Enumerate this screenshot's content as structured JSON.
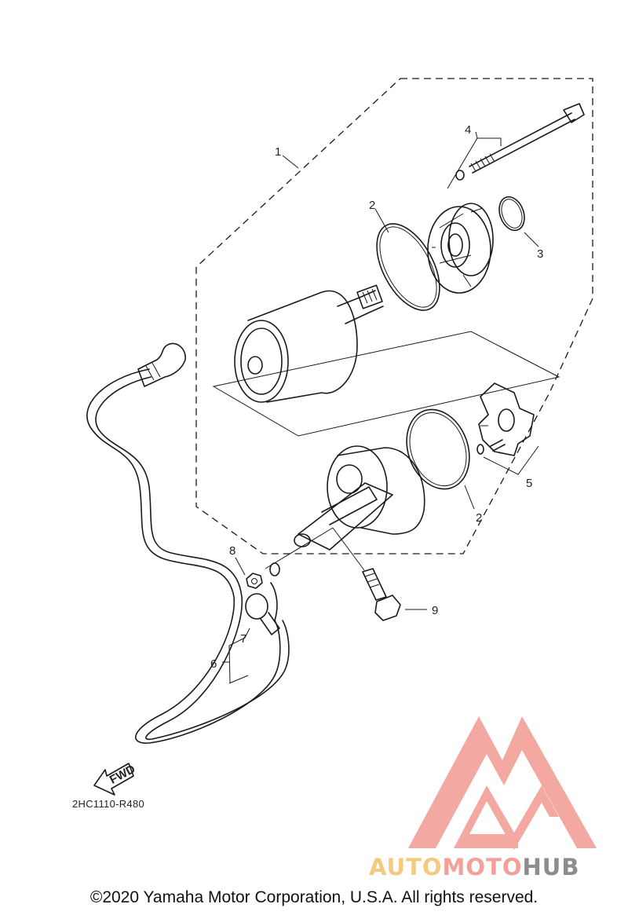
{
  "callouts": {
    "c1": "1",
    "c2a": "2",
    "c2b": "2",
    "c3": "3",
    "c4": "4",
    "c5": "5",
    "c6": "6",
    "c7": "7",
    "c8": "8",
    "c9": "9"
  },
  "fwd_label": "FWD",
  "diagram_code": "2HC1110-R480",
  "watermark": {
    "part1": "AUTO",
    "part2": "MOTO",
    "part3": "HUB",
    "colors": {
      "auto": "#f4c980",
      "moto": "#f3a09a",
      "hub": "#8d8d8d",
      "logo": "#f29a92"
    }
  },
  "copyright": "©2020 Yamaha Motor Corporation, U.S.A. All rights reserved."
}
